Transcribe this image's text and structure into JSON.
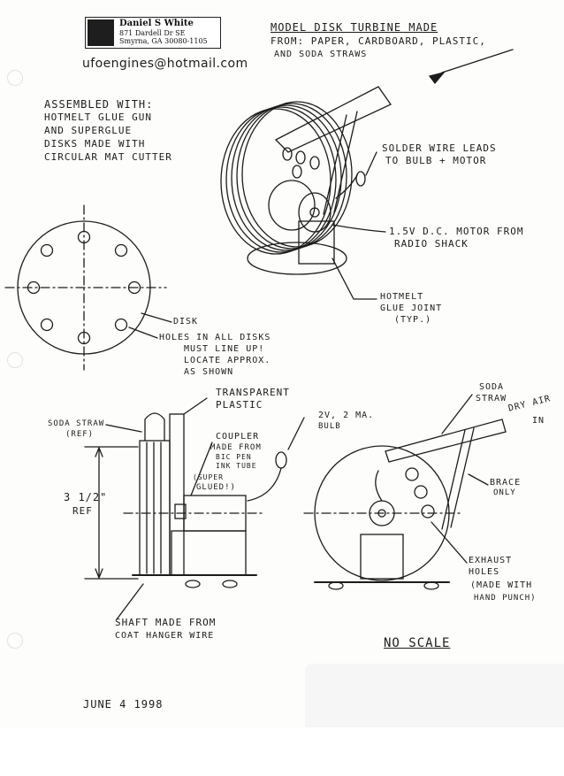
{
  "address_label": {
    "name": "Daniel S White",
    "street": "871 Dardell Dr SE",
    "city": "Smyrna, GA 30080-1105"
  },
  "email": "ufoengines@hotmail.com",
  "title": {
    "line1": "MODEL DISK TURBINE MADE",
    "line2": "FROM: PAPER, CARDBOARD, PLASTIC,",
    "line3": "AND SODA STRAWS"
  },
  "assembly_notes": {
    "line1": "ASSEMBLED WITH:",
    "line2": "HOTMELT GLUE GUN",
    "line3": "AND SUPERGLUE",
    "line4": "DISKS MADE WITH",
    "line5": "CIRCULAR MAT CUTTER"
  },
  "callouts": {
    "solder": [
      "SOLDER WIRE LEADS",
      "TO BULB + MOTOR"
    ],
    "motor": [
      "1.5V D.C. MOTOR FROM",
      "RADIO SHACK"
    ],
    "glue": [
      "HOTMELT",
      "GLUE JOINT",
      "(TYP.)"
    ],
    "disk": "DISK",
    "holes": [
      "HOLES IN ALL DISKS",
      "MUST LINE UP!",
      "LOCATE APPROX.",
      "AS SHOWN"
    ],
    "transparent": [
      "TRANSPARENT",
      "PLASTIC"
    ],
    "soda_straw_ref": [
      "SODA STRAW",
      "(REF)"
    ],
    "bulb": [
      "2V, 2 MA.",
      "BULB"
    ],
    "coupler": [
      "COUPLER",
      "MADE FROM",
      "BIC PEN",
      "INK TUBE"
    ],
    "super_glued": [
      "(SUPER",
      "GLUED!)"
    ],
    "dimension": [
      "3 1/2\"",
      "REF"
    ],
    "soda_straw_right": [
      "SODA",
      "STRAW"
    ],
    "dry_air": [
      "DRY AIR",
      "IN"
    ],
    "brace": [
      "BRACE",
      "ONLY"
    ],
    "exhaust": [
      "EXHAUST",
      "HOLES",
      "(MADE WITH",
      "HAND PUNCH)"
    ],
    "shaft": [
      "SHAFT MADE FROM",
      "COAT HANGER WIRE"
    ]
  },
  "no_scale": "NO SCALE",
  "date": "JUNE 4 1998",
  "colors": {
    "ink": "#1c1c1c",
    "paper": "#fdfdfb"
  }
}
